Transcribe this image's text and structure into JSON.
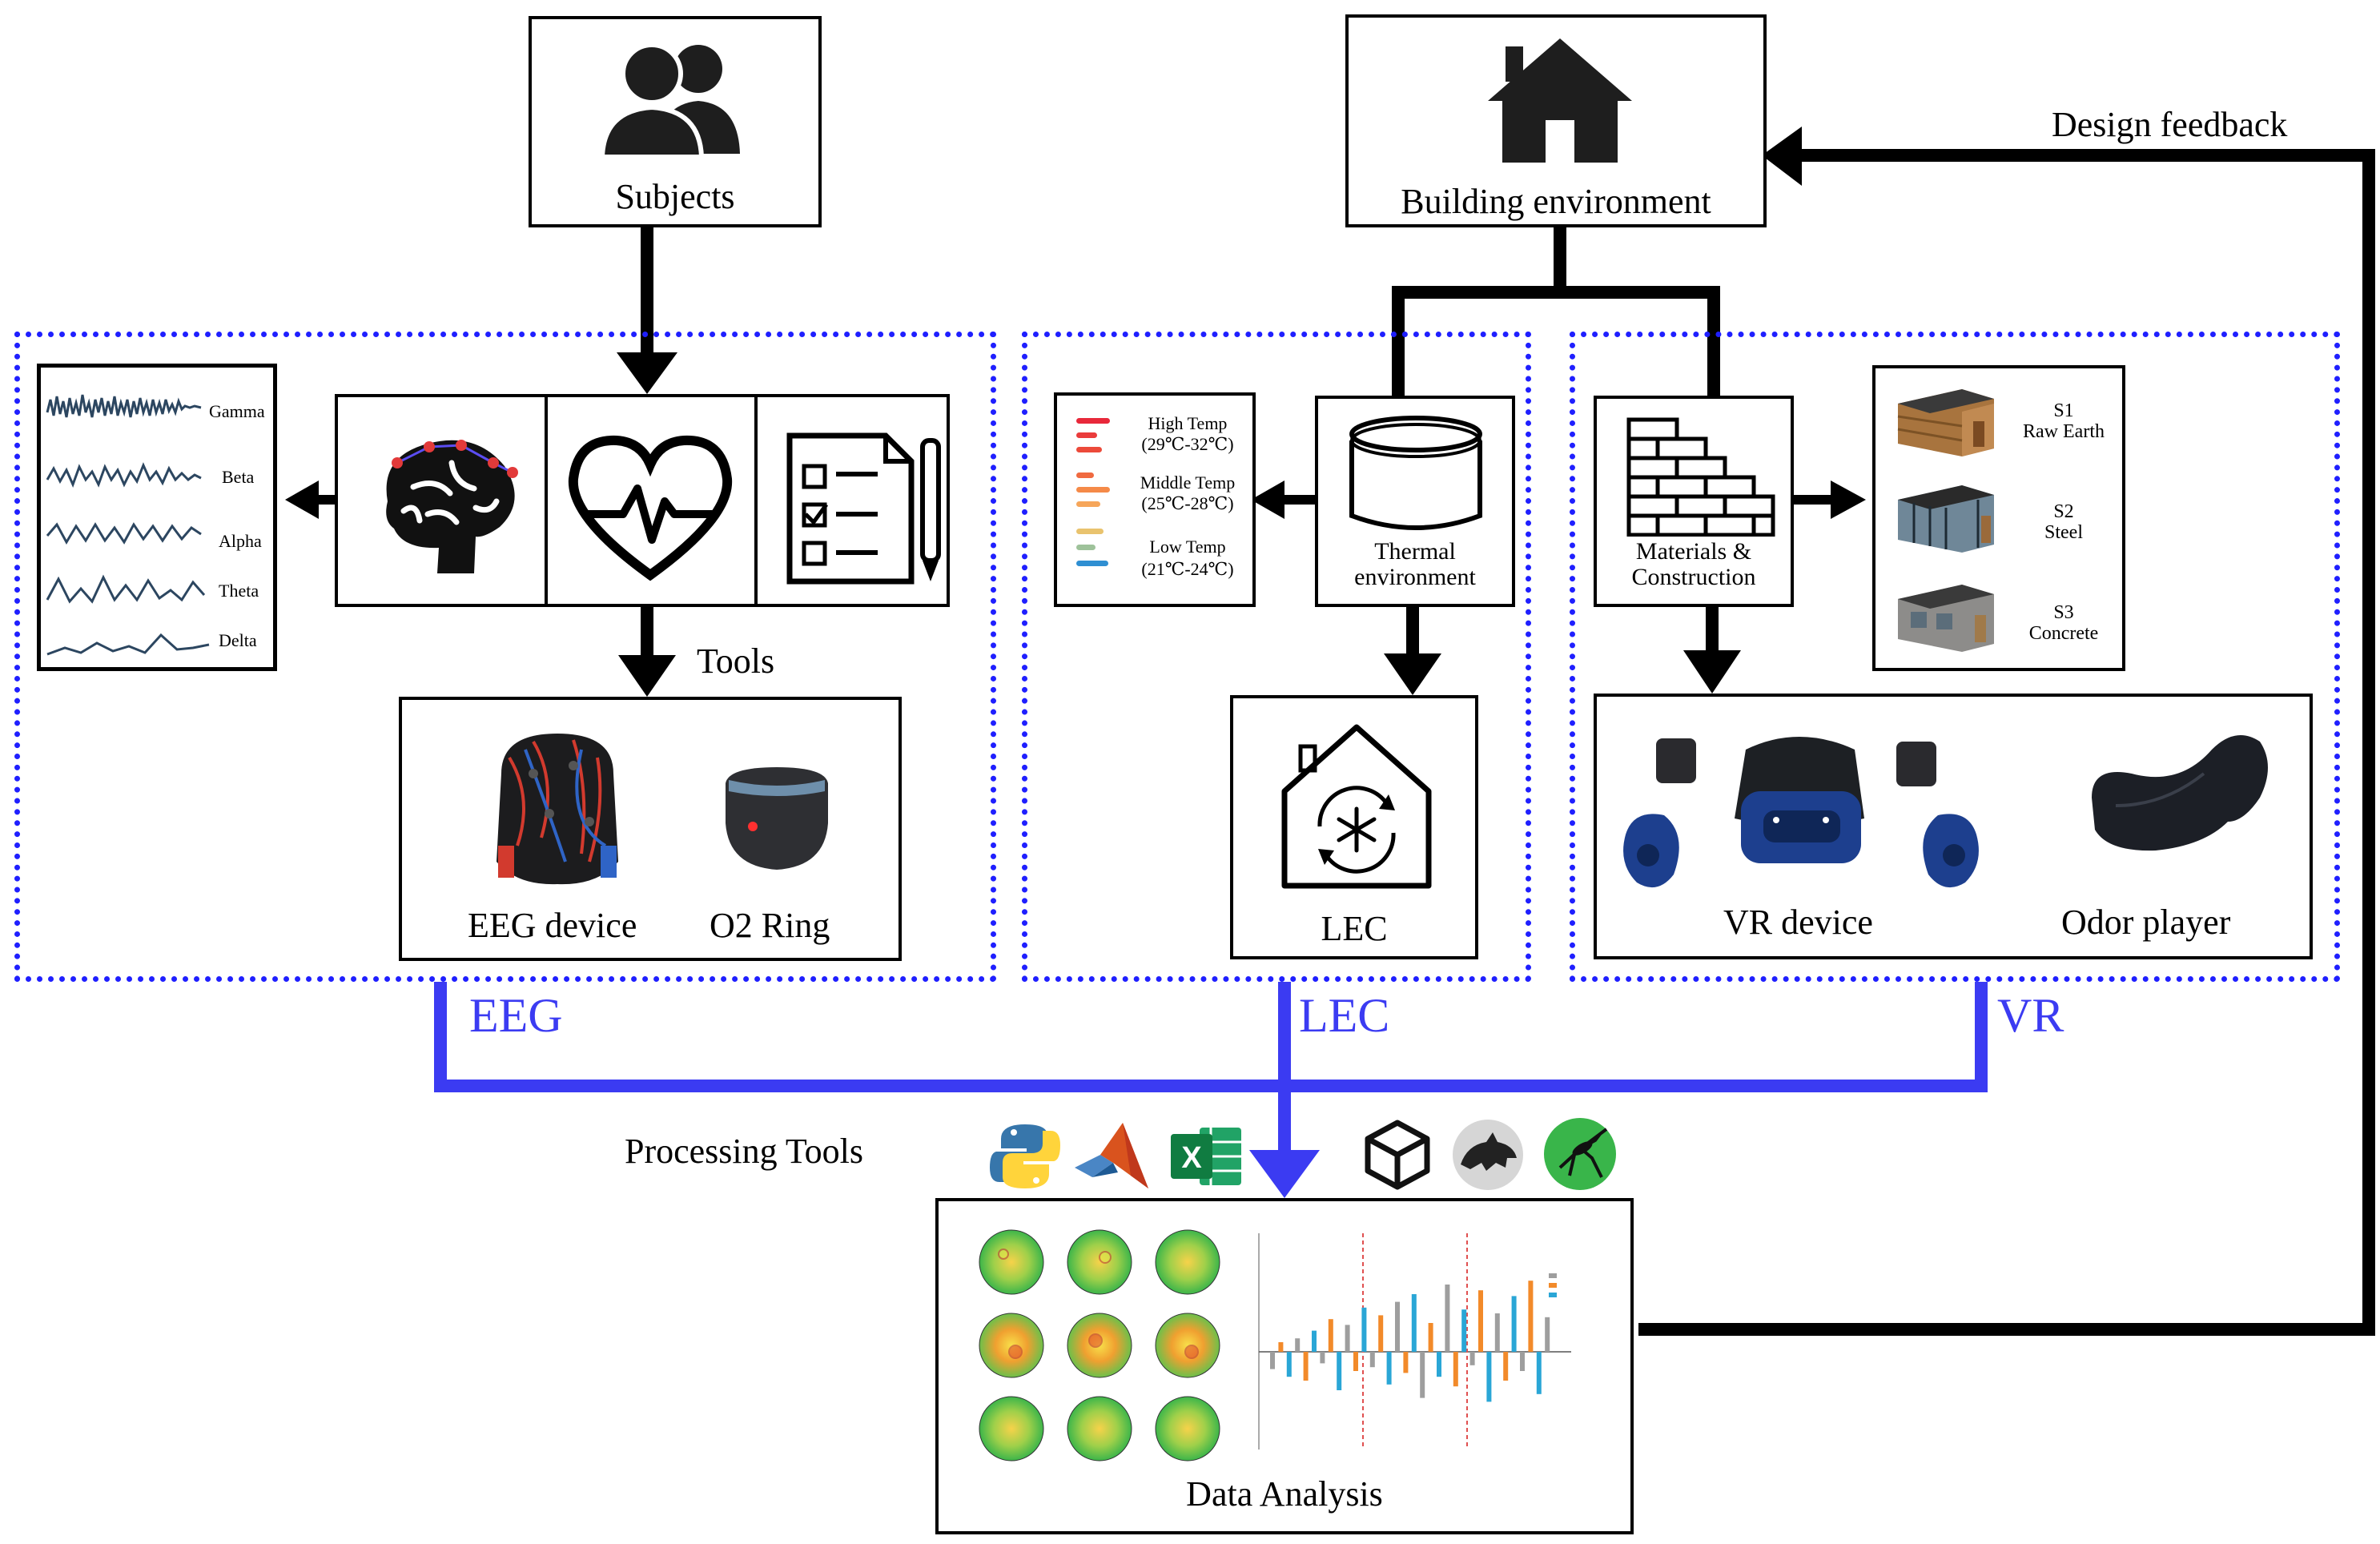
{
  "nodes": {
    "subjects": "Subjects",
    "building": "Building environment",
    "design_feedback": "Design feedback",
    "tools": "Tools",
    "eeg_device": "EEG device",
    "o2_ring": "O2 Ring",
    "thermal": [
      "Thermal",
      "environment"
    ],
    "lec": "LEC",
    "materials": [
      "Materials &",
      "Construction"
    ],
    "vr_device": "VR device",
    "odor_player": "Odor player",
    "processing_tools": "Processing Tools",
    "data_analysis": "Data Analysis"
  },
  "groups": {
    "eeg": "EEG",
    "lec": "LEC",
    "vr": "VR"
  },
  "waves": [
    "Gamma",
    "Beta",
    "Alpha",
    "Theta",
    "Delta"
  ],
  "temps": [
    {
      "name": "High Temp",
      "range": "(29℃-32℃)"
    },
    {
      "name": "Middle Temp",
      "range": "(25℃-28℃)"
    },
    {
      "name": "Low Temp",
      "range": "(21℃-24℃)"
    }
  ],
  "schemes": [
    {
      "id": "S1",
      "material": "Raw Earth"
    },
    {
      "id": "S2",
      "material": "Steel"
    },
    {
      "id": "S3",
      "material": "Concrete"
    }
  ],
  "icons": [
    "python-icon",
    "matlab-icon",
    "excel-icon",
    "unity-icon",
    "rhino-icon",
    "grasshopper-icon"
  ],
  "colors": {
    "group_border": "#1f1fff",
    "group_label": "#3b3bf2",
    "flow_blue": "#3b3bf2"
  }
}
